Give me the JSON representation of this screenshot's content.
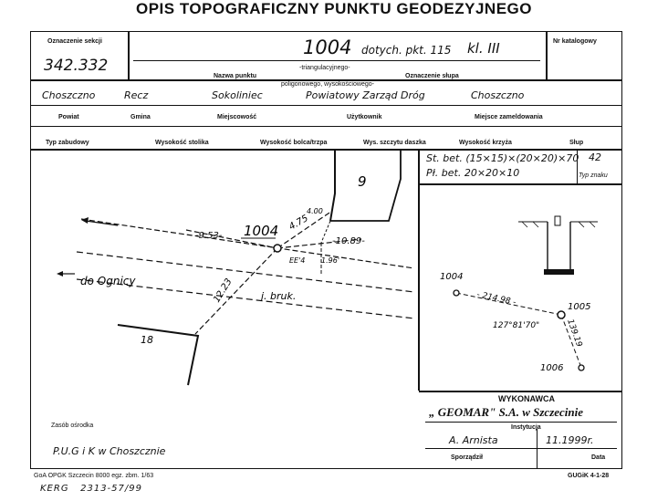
{
  "title": "OPIS TOPOGRAFICZNY PUNKTU GEODEZYJNEGO",
  "header": {
    "section_label": "Oznaczenie sekcji",
    "section_value": "342.332",
    "point_number": "1004",
    "point_note": "dotych. pkt. 115",
    "point_class": "kl. III",
    "catalog_label": "Nr katalogowy",
    "point_name_label": "Nazwa punktu",
    "type_line1": "-triangulacyjnego-",
    "type_line2": "poligonowego, wysokościowego-",
    "pillar_label": "Oznaczenie słupa"
  },
  "location": {
    "powiat": "Choszczno",
    "gmina": "Recz",
    "miejscowosc": "Sokoliniec",
    "uzytkownik": "Powiatowy Zarząd Dróg",
    "miejsce": "Choszczno",
    "labels": {
      "powiat": "Powiat",
      "gmina": "Gmina",
      "miejscowosc": "Miejscowość",
      "uzytkownik": "Użytkownik",
      "miejsce": "Miejsce zameldowania"
    }
  },
  "construction_labels": {
    "typ": "Typ zabudowy",
    "stolik": "Wysokość stolika",
    "bolca": "Wysokość bolca/trzpa",
    "daszka": "Wys. szczytu daszka",
    "krzyza": "Wysokość krzyża",
    "slup": "Słup"
  },
  "specs": {
    "st_bet": "St. bet. (15×15)×(20×20)×70",
    "pl_bet": "Pł. bet. 20×20×10",
    "type_code": "42",
    "type_label": "Typ znaku"
  },
  "sketch": {
    "point": "1004",
    "building": "9",
    "dist_left": "-9.53-",
    "dist_up": "4.75",
    "dist_right": "-10.89-",
    "dist_down_left": "12.23",
    "corner_dist": "4.00",
    "small_1": "EE'4",
    "small_2": "1.96'",
    "direction": "do Ognicy",
    "road": "j. bruk.",
    "parcel": "18"
  },
  "right_sketch": {
    "p1": "1004",
    "p2": "1005",
    "p3": "1006",
    "dist_1": "- 214.98 -",
    "dist_2": "139.19",
    "angle": "127°81'70\""
  },
  "footer": {
    "storage_label": "Zasób ośrodka",
    "storage_value": "P.U.G i K w Choszcznie",
    "executor_label": "WYKONAWCA",
    "executor": "„ GEOMAR\" S.A. w Szczecinie",
    "institution_label": "Instytucja",
    "author": "A. Arnista",
    "date": "11.1999r.",
    "author_label": "Sporządził",
    "date_label": "Data",
    "print_info": "GoA OPGK Szczecin 8000 egz. zbm. 1/63",
    "doc_code": "GUGiK 4-1-28",
    "register": "KERG   2313-57/99"
  }
}
